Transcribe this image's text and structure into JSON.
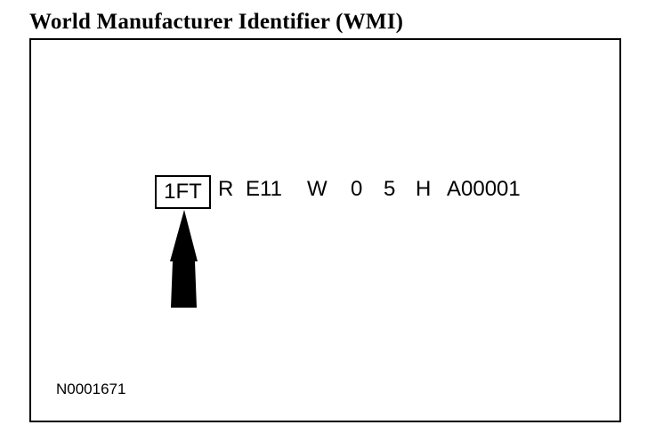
{
  "title": "World Manufacturer Identifier (WMI)",
  "vin": {
    "highlighted": "1FT",
    "segments": [
      "R",
      "E11",
      "W",
      "0",
      "5",
      "H",
      "A00001"
    ]
  },
  "figure_code": "N0001671",
  "pointer_icon": "up-arrow-icon"
}
